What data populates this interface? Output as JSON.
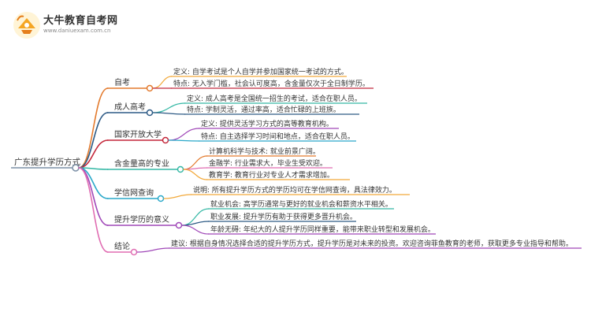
{
  "header": {
    "brand_title": "大牛教育自考网",
    "brand_url": "www.daniuexam.com.cn"
  },
  "mindmap": {
    "root": "广东提升学历方式",
    "branches": [
      {
        "title": "自考",
        "color": "#e37a2d",
        "children": [
          "定义: 自学考试是个人自学并参加国家统一考试的方式。",
          "特点: 无入学门槛，社会认可度高，含金量仅次于全日制学历。"
        ]
      },
      {
        "title": "成人高考",
        "color": "#2d5a85",
        "children": [
          "定义: 成人高考是全国统一招生的考试，适合在职人员。",
          "特点: 学制灵活，通过率高，适合忙碌的上班族。"
        ]
      },
      {
        "title": "国家开放大学",
        "color": "#c4273a",
        "children": [
          "定义: 提供灵活学习方式的高等教育机构。",
          "特点: 自主选择学习时间和地点，适合在职人员。"
        ]
      },
      {
        "title": "含金量高的专业",
        "color": "#35b8a5",
        "children": [
          "计算机科学与技术: 就业前景广阔。",
          "金融学: 行业需求大，毕业生受欢迎。",
          "教育学: 教育行业对专业人才需求增加。"
        ]
      },
      {
        "title": "学信网查询",
        "color": "#2aa8c9",
        "children": [
          "说明: 所有提升学历方式的学历均可在学信网查询，具法律效力。"
        ]
      },
      {
        "title": "提升学历的意义",
        "color": "#a048b8",
        "children": [
          "就业机会: 高学历通常与更好的就业机会和薪资水平相关。",
          "职业发展: 提升学历有助于获得更多晋升机会。",
          "年龄无碍: 年纪大的人提升学历同样重要，能带来职业转型和发展机会。"
        ]
      },
      {
        "title": "结论",
        "color": "#e06db2",
        "children": [
          "建议: 根据自身情况选择合适的提升学历方式，提升学历是对未来的投资。欢迎咨询菲鱼教育的老师，获取更多专业指导和帮助。"
        ]
      }
    ]
  },
  "colors": {
    "root_line": "#7b8fa6",
    "leaf_palette": [
      "#f2a93b",
      "#c2293f",
      "#35b8a5",
      "#2d5a85",
      "#a048b8",
      "#2aa8c9",
      "#e37a2d",
      "#e06db2"
    ]
  }
}
